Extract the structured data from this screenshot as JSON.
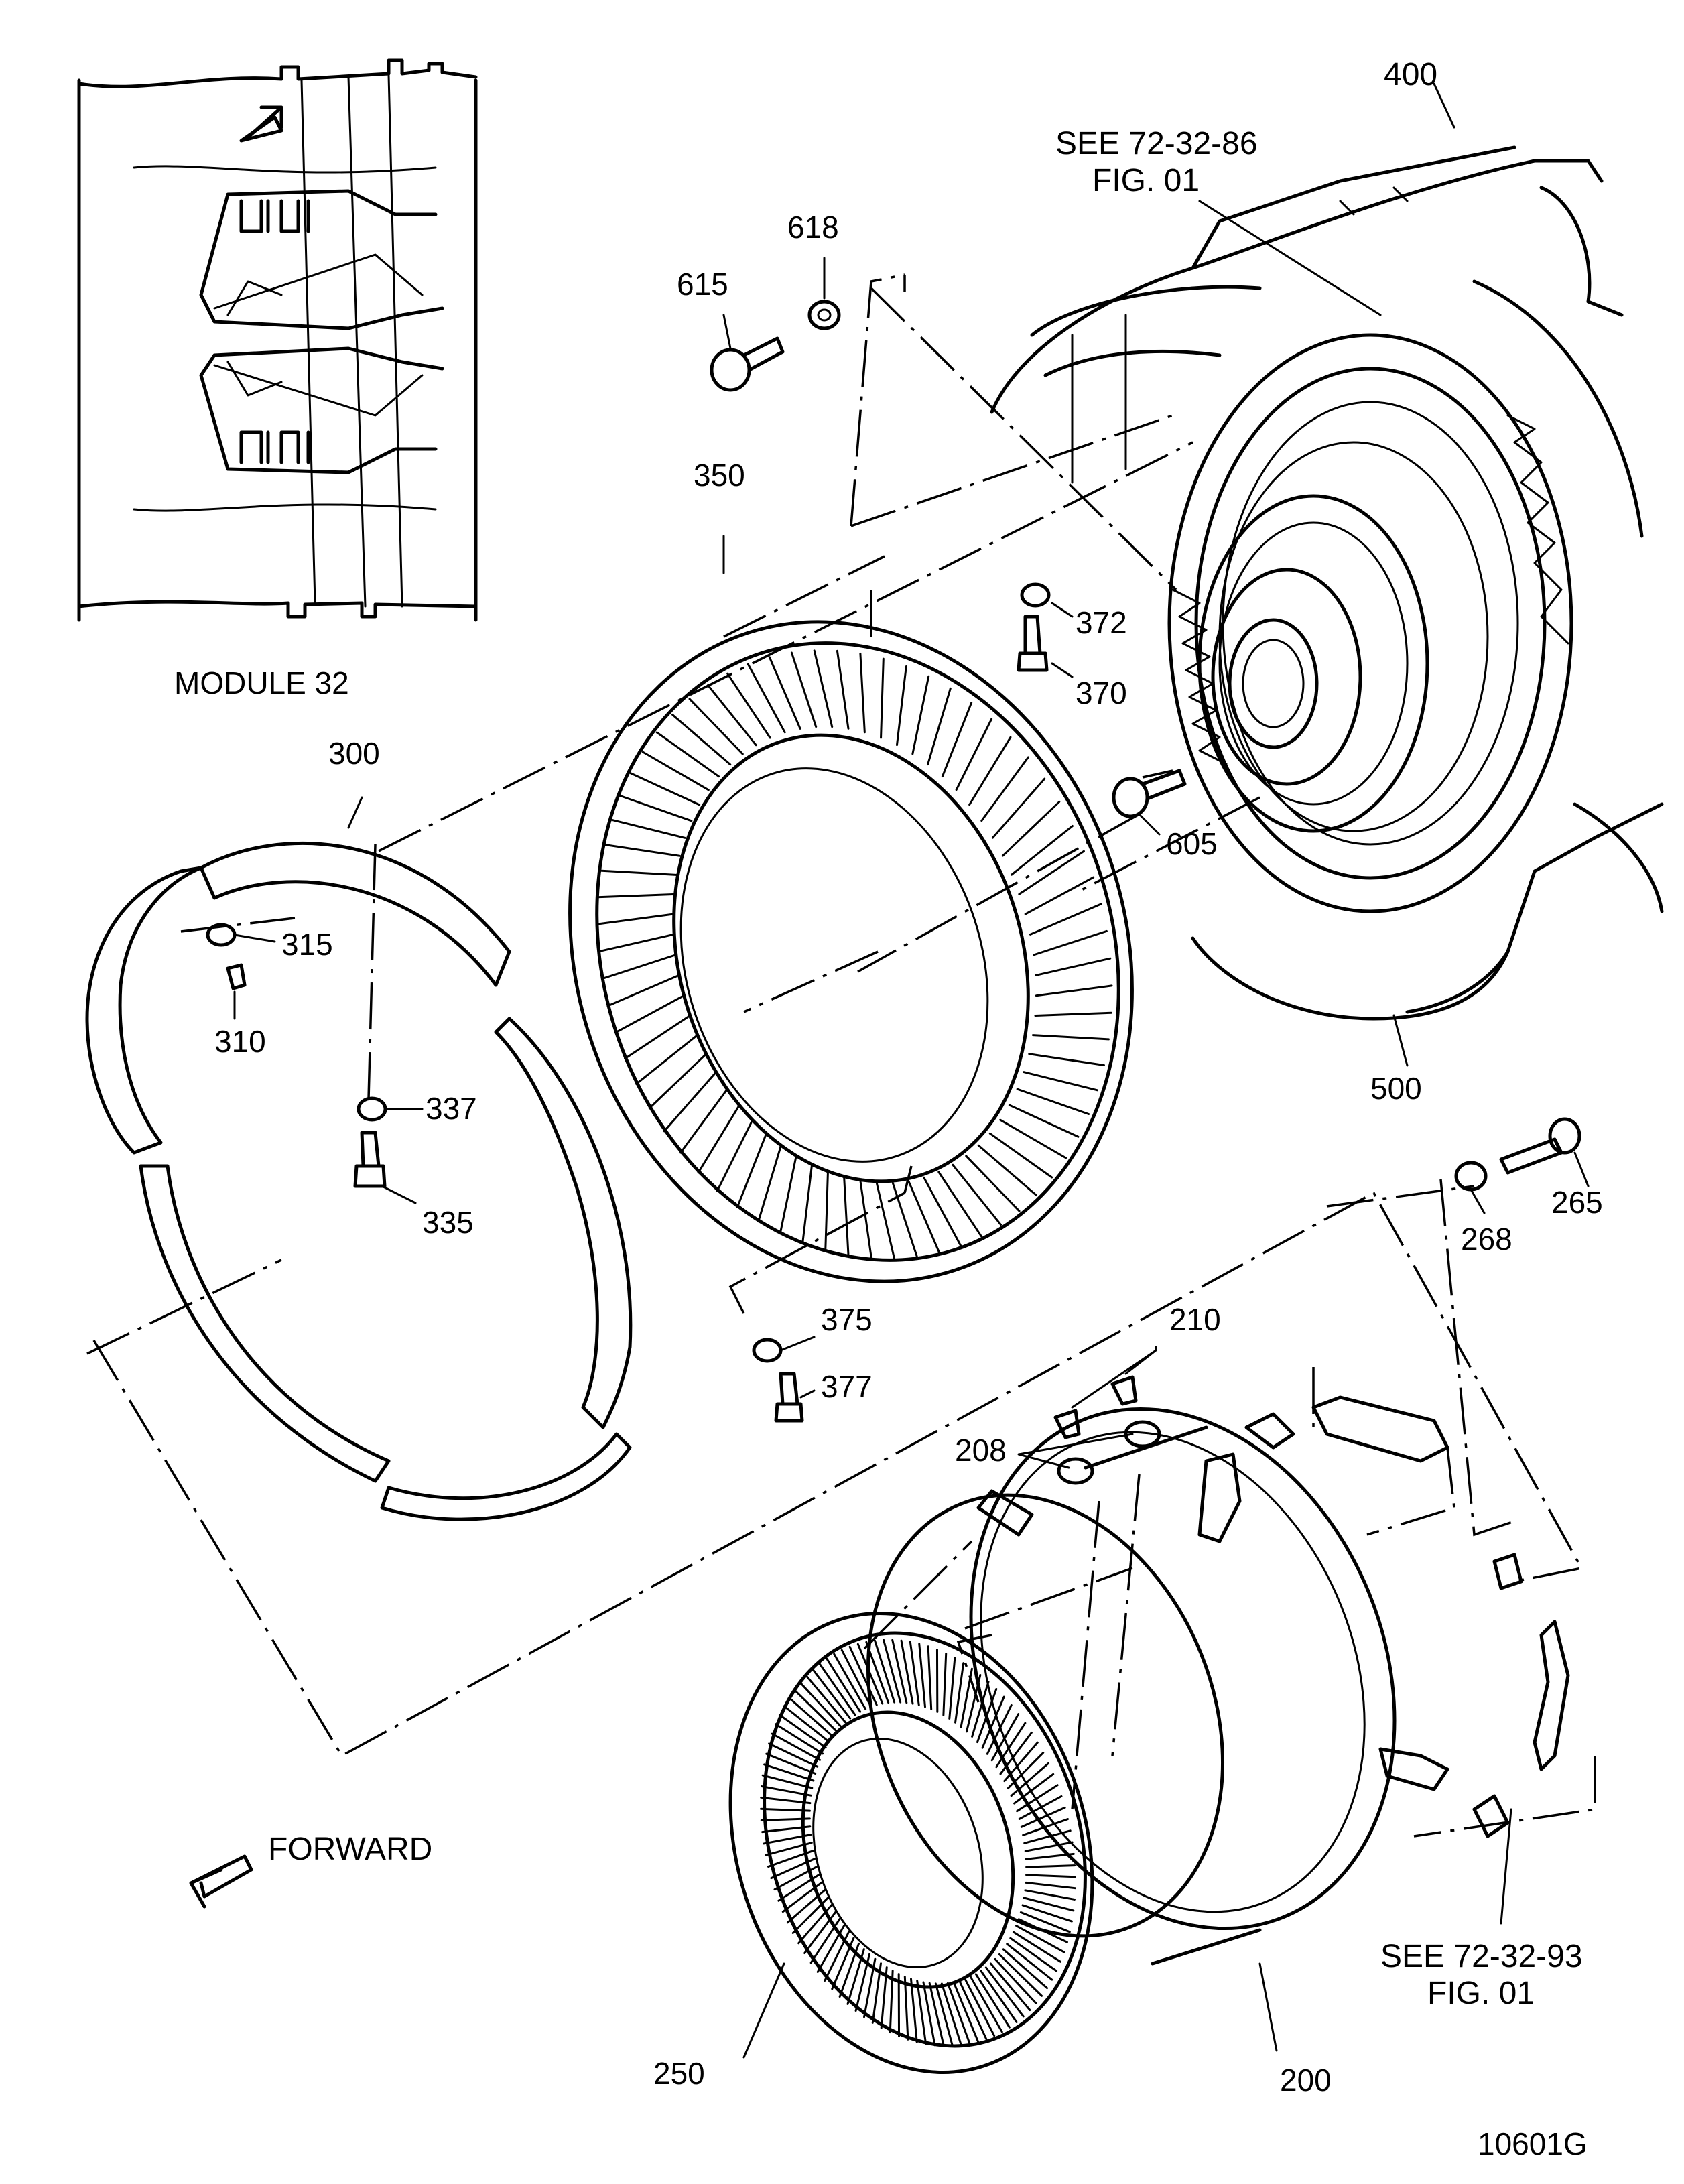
{
  "inset_label": "MODULE 32",
  "forward_label": "FORWARD",
  "drawing_number": "10601G",
  "references": [
    {
      "line1": "SEE  72-32-86",
      "line2": "FIG.  01"
    },
    {
      "line1": "SEE  72-32-93",
      "line2": "FIG.  01"
    }
  ],
  "item_numbers": {
    "n400": "400",
    "n618": "618",
    "n615": "615",
    "n350": "350",
    "n372": "372",
    "n370": "370",
    "n605": "605",
    "n300": "300",
    "n315": "315",
    "n310": "310",
    "n337": "337",
    "n335": "335",
    "n500": "500",
    "n265": "265",
    "n268": "268",
    "n375": "375",
    "n377": "377",
    "n210": "210",
    "n208": "208",
    "n250": "250",
    "n200": "200"
  }
}
